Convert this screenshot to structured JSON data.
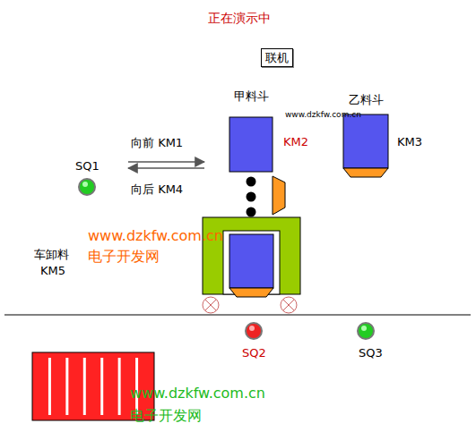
{
  "diagram": {
    "nodes": [
      {
        "text": [
          "联机"
        ]
      },
      {
        "text": [
          "甲料斗"
        ]
      },
      {
        "text": [
          "乙料斗"
        ]
      }
    ],
    "labels": [
      "正在演示中",
      "www.dzkfw.com.cn",
      "向前 KM1",
      "KM2",
      "KM3",
      "SQ1",
      "向后 KM4",
      "www.dzkfw.com.cn",
      "电子开发网",
      "车卸料",
      "KM5",
      "SQ2",
      "SQ3",
      "www.dzkfw.com.cn",
      "电子开发网"
    ]
  }
}
